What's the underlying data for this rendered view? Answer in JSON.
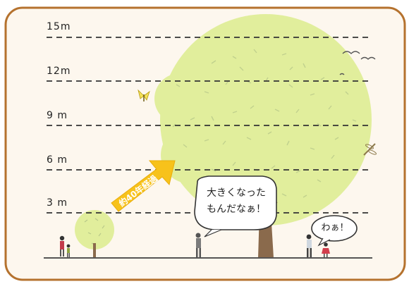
{
  "height_labels": [
    "15m",
    "12m",
    "9 m",
    "6 m",
    "3 m"
  ],
  "arrow_text": "約40年経過",
  "speech_large": [
    "大きくなった",
    "もんだなぁ！"
  ],
  "speech_small": "わぁ！",
  "colors": {
    "frame": "#b5722e",
    "frame_fill": "#fdf7ee",
    "canopy": "#e1ee9c",
    "arrow": "#f7c21b",
    "trunk": "#8a6a4c",
    "ground": "#555555"
  },
  "icons": [
    "butterfly-icon",
    "dragonfly-icon",
    "birds-icon",
    "person-icon"
  ]
}
